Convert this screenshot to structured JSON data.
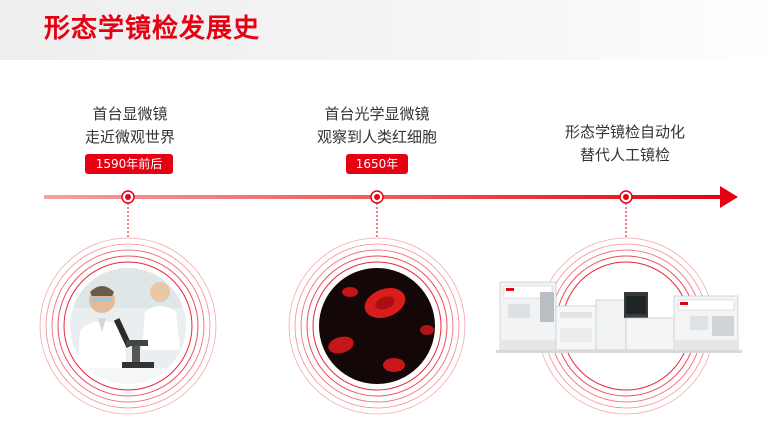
{
  "header": {
    "title": "形态学镜检发展史"
  },
  "milestones": [
    {
      "line1": "首台显微镜",
      "line2": "走近微观世界",
      "badge": "1590年前后"
    },
    {
      "line1": "首台光学显微镜",
      "line2": "观察到人类红细胞",
      "badge": "1650年"
    },
    {
      "line1": "形态学镜检自动化",
      "line2": "替代人工镜检"
    }
  ],
  "colors": {
    "accent": "#e60012",
    "line": "#ef4b4b"
  }
}
